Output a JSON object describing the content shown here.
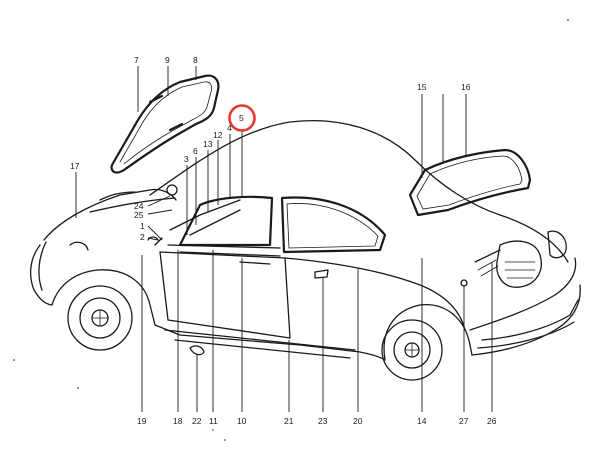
{
  "diagram": {
    "highlight_color": "#e23a2e",
    "line_color": "#1a1a1a",
    "highlighted_part": "5",
    "callouts": [
      {
        "label": "7"
      },
      {
        "label": "9"
      },
      {
        "label": "8"
      },
      {
        "label": "5"
      },
      {
        "label": "15"
      },
      {
        "label": "16"
      },
      {
        "label": "12"
      },
      {
        "label": "4"
      },
      {
        "label": "13"
      },
      {
        "label": "6"
      },
      {
        "label": "3"
      },
      {
        "label": "17"
      },
      {
        "label": "24"
      },
      {
        "label": "25"
      },
      {
        "label": "1"
      },
      {
        "label": "2"
      },
      {
        "label": "19"
      },
      {
        "label": "18"
      },
      {
        "label": "22"
      },
      {
        "label": "11"
      },
      {
        "label": "10"
      },
      {
        "label": "21"
      },
      {
        "label": "23"
      },
      {
        "label": "20"
      },
      {
        "label": "14"
      },
      {
        "label": "27"
      },
      {
        "label": "26"
      }
    ]
  }
}
